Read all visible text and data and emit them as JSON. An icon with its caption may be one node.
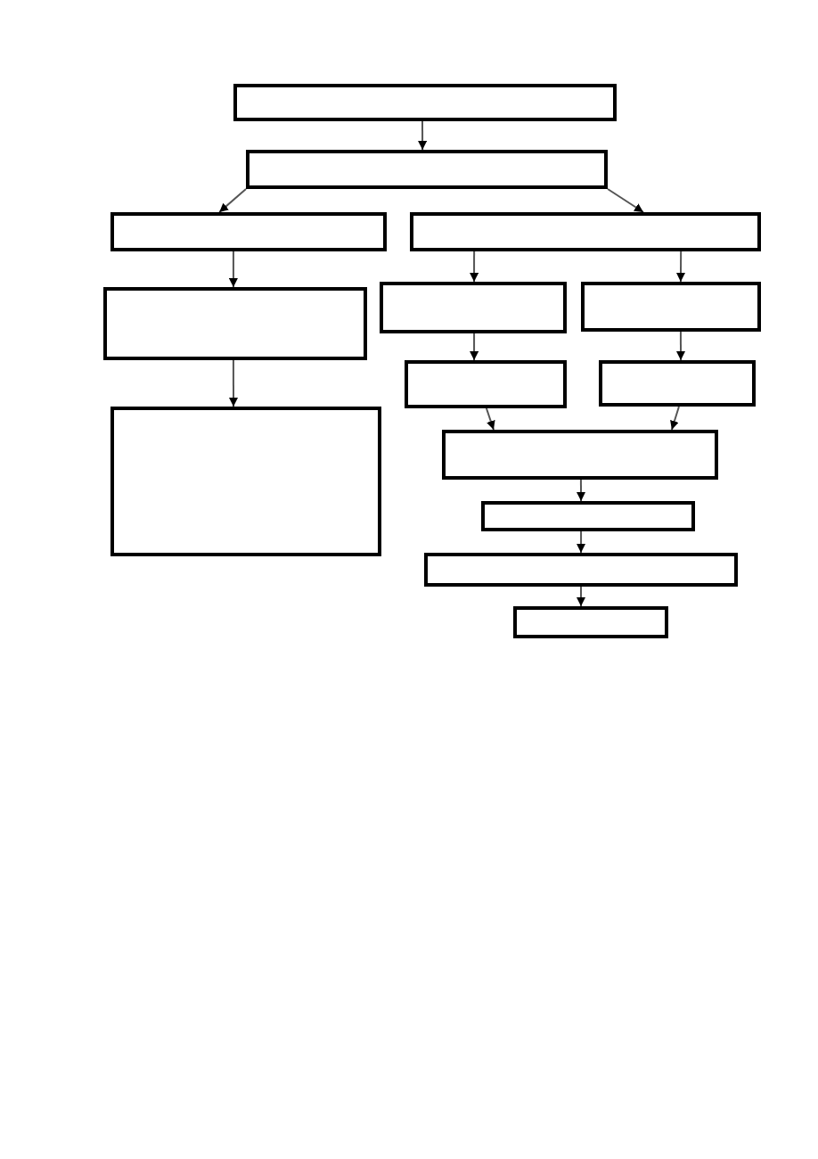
{
  "diagram": {
    "nodes": [
      {
        "text": [],
        "shape": "box"
      },
      {
        "text": [],
        "shape": "box"
      },
      {
        "text": [],
        "shape": "box"
      },
      {
        "text": [],
        "shape": "box"
      },
      {
        "text": [],
        "shape": "box"
      },
      {
        "text": [],
        "shape": "box"
      },
      {
        "text": [],
        "shape": "box"
      },
      {
        "text": [],
        "shape": "box"
      },
      {
        "text": [],
        "shape": "box"
      },
      {
        "text": [],
        "shape": "box"
      },
      {
        "text": [],
        "shape": "box"
      },
      {
        "text": [],
        "shape": "box"
      },
      {
        "text": [],
        "shape": "box"
      },
      {
        "text": [],
        "shape": "box"
      }
    ],
    "edges": [
      {
        "from": 0,
        "to": 1,
        "arrow": "to"
      },
      {
        "from": 1,
        "to": 2,
        "arrow": "to"
      },
      {
        "from": 1,
        "to": 3,
        "arrow": "to"
      },
      {
        "from": 2,
        "to": 4,
        "arrow": "to"
      },
      {
        "from": 3,
        "to": 5,
        "arrow": "to"
      },
      {
        "from": 3,
        "to": 6,
        "arrow": "to"
      },
      {
        "from": 4,
        "to": 9,
        "arrow": "to"
      },
      {
        "from": 5,
        "to": 7,
        "arrow": "to"
      },
      {
        "from": 6,
        "to": 8,
        "arrow": "to"
      },
      {
        "from": 7,
        "to": 10,
        "arrow": "to"
      },
      {
        "from": 8,
        "to": 10,
        "arrow": "to"
      },
      {
        "from": 10,
        "to": 11,
        "arrow": "to"
      },
      {
        "from": 11,
        "to": 12,
        "arrow": "to"
      },
      {
        "from": 12,
        "to": 13,
        "arrow": "to"
      }
    ]
  }
}
